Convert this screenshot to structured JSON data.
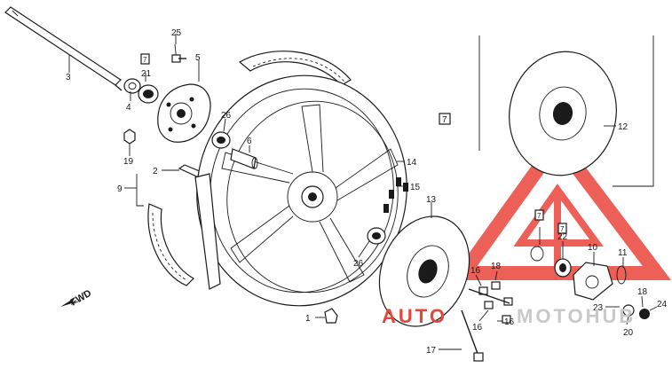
{
  "callouts": {
    "c1": "1",
    "c2": "2",
    "c3": "3",
    "c4": "4",
    "c5": "5",
    "c6": "6",
    "c9": "9",
    "c10": "10",
    "c11": "11",
    "c12": "12",
    "c13": "13",
    "c14": "14",
    "c15": "15",
    "c16a": "16",
    "c16b": "16",
    "c16c": "16",
    "c17": "17",
    "c18a": "18",
    "c18b": "18",
    "c19": "19",
    "c20": "20",
    "c21": "21",
    "c22": "22",
    "c23": "23",
    "c24": "24",
    "c25": "25",
    "c26a": "26",
    "c26b": "26"
  },
  "fwd_label": "FWD",
  "ref_box": "7",
  "watermark": {
    "left": "AUTO",
    "right": "MOTOHUB",
    "accent": "#e9453c"
  }
}
